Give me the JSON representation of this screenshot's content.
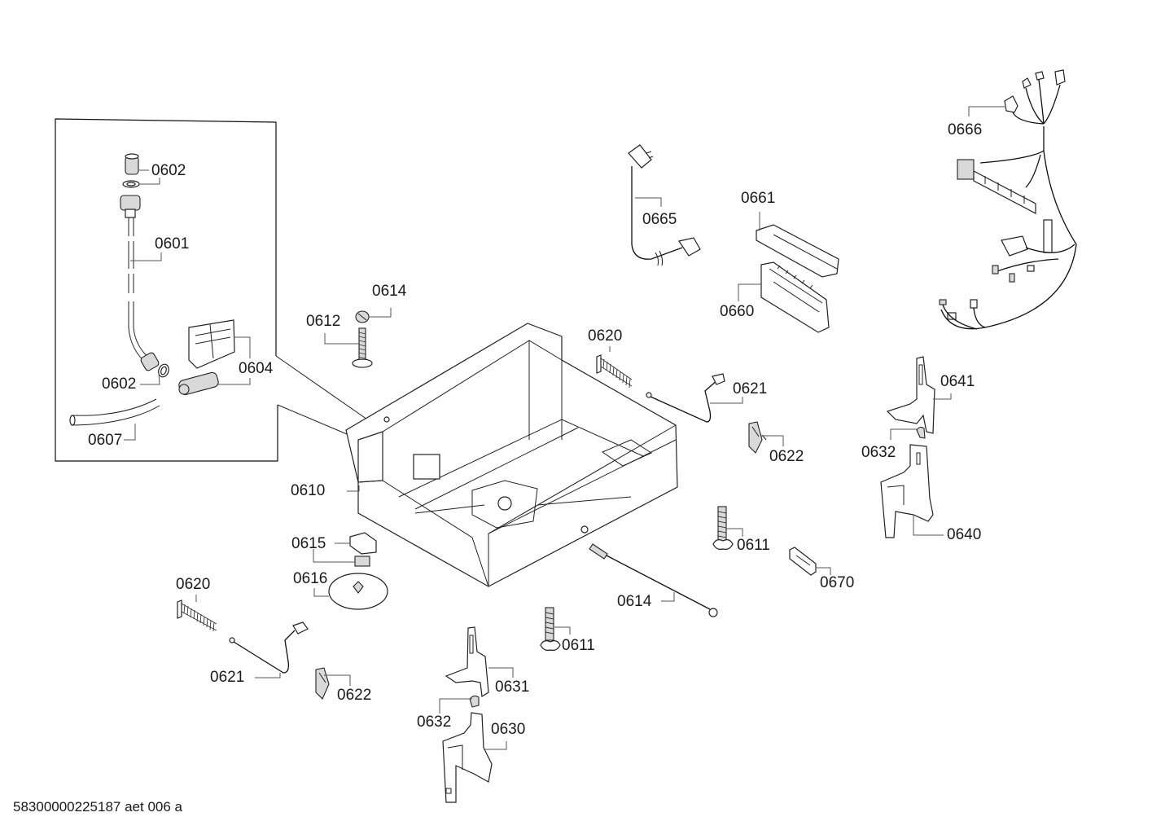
{
  "document": {
    "type": "exploded-parts-diagram",
    "footer_code": "58300000225187 aet 006 a"
  },
  "inset": {
    "labels": {
      "p0602_top": "0602",
      "p0601": "0601",
      "p0602_bottom": "0602",
      "p0604": "0604",
      "p0607": "0607"
    }
  },
  "labels": {
    "p0665": "0665",
    "p0661": "0661",
    "p0660": "0660",
    "p0666": "0666",
    "p0614_top": "0614",
    "p0612": "0612",
    "p0620_right": "0620",
    "p0621_right": "0621",
    "p0622_right": "0622",
    "p0641": "0641",
    "p0632_right": "0632",
    "p0640": "0640",
    "p0610": "0610",
    "p0615": "0615",
    "p0616": "0616",
    "p0611_right": "0611",
    "p0670": "0670",
    "p0620_left": "0620",
    "p0614_bottom": "0614",
    "p0611_bottom": "0611",
    "p0621_left": "0621",
    "p0622_left": "0622",
    "p0631": "0631",
    "p0632_left": "0632",
    "p0630": "0630"
  }
}
